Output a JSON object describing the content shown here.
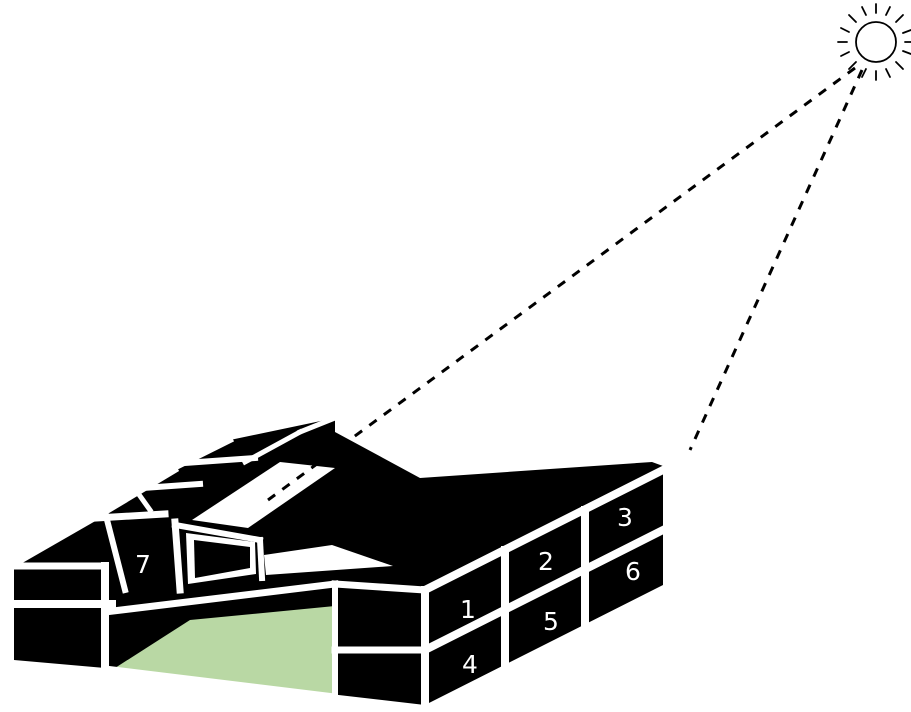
{
  "diagram": {
    "panel_numbers": [
      "1",
      "2",
      "3",
      "4",
      "5",
      "6",
      "7"
    ],
    "colors": {
      "block": "#000000",
      "gap": "#ffffff",
      "ground": "#b9d8a4",
      "rays": "#000000"
    },
    "icons": {
      "sun": "sun-icon"
    }
  }
}
